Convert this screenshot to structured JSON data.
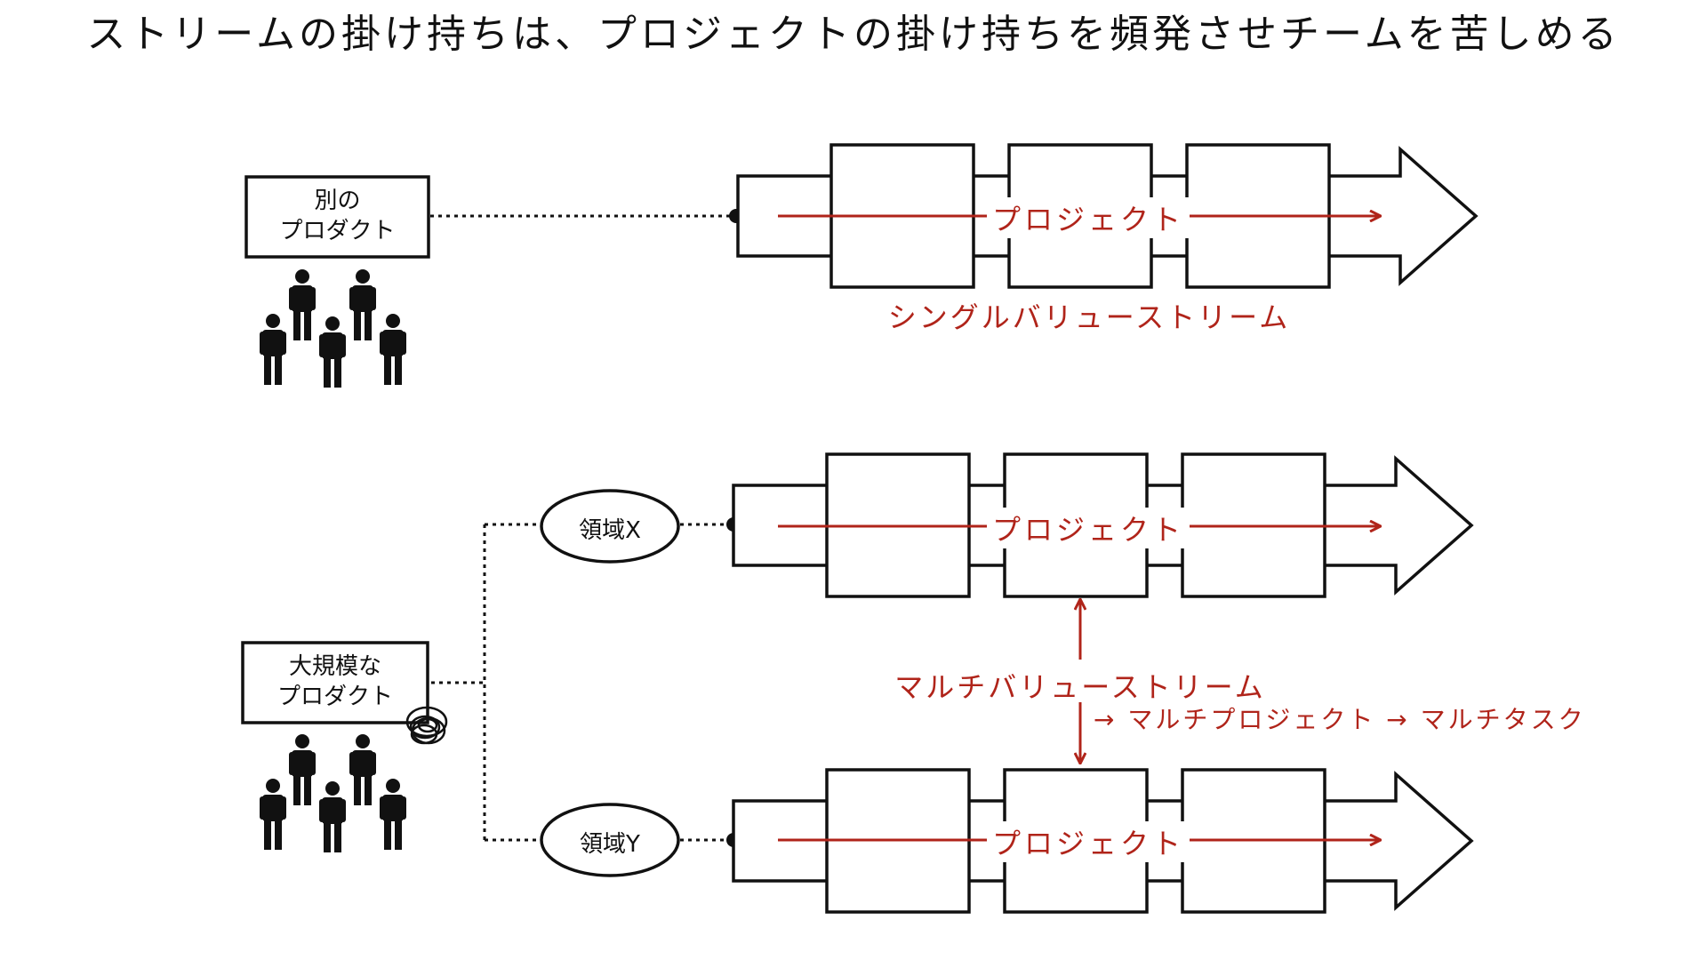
{
  "title": "ストリームの掛け持ちは、プロジェクトの掛け持ちを頻発させチームを苦しめる",
  "top_section": {
    "product_box": {
      "line1": "別の",
      "line2": "プロダクト"
    },
    "project_label": "プロジェクト",
    "stream_label": "シングルバリューストリーム"
  },
  "bottom_section": {
    "product_box": {
      "line1": "大規模な",
      "line2": "プロダクト"
    },
    "area_x": "領域X",
    "area_y": "領域Y",
    "project_x_label": "プロジェクト",
    "project_y_label": "プロジェクト",
    "stream_label": "マルチバリューストリーム",
    "stream_sublabel": "→ マルチプロジェクト → マルチタスク"
  },
  "colors": {
    "accent_red": "#b0241a",
    "stroke": "#111111"
  },
  "icons": [
    "people-group-icon",
    "tangle-scribble-icon",
    "pipeline-arrow-icon"
  ]
}
